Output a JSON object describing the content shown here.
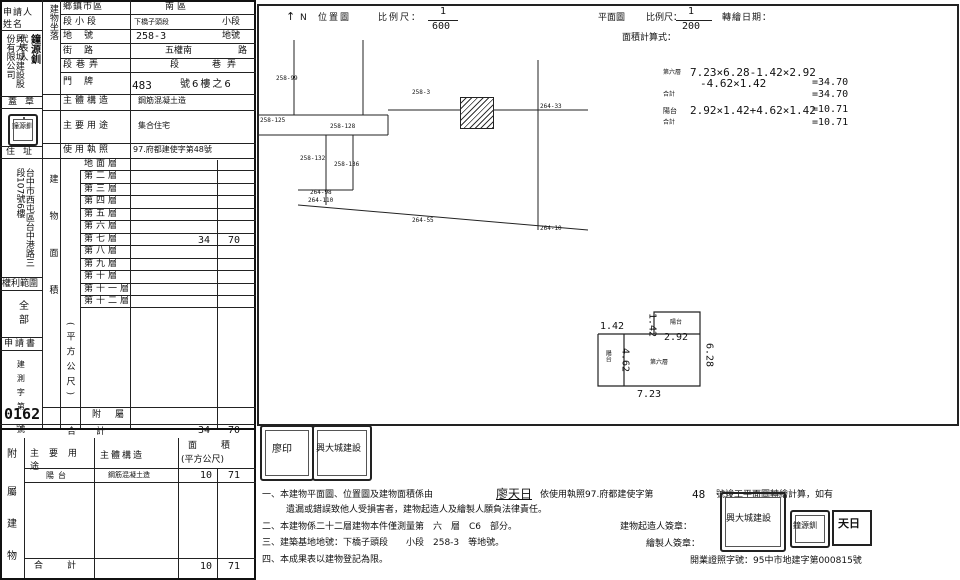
{
  "left": {
    "applicant_label": "申請人姓名",
    "owner_vertical": "興大城建設股份有限公司",
    "owner_rep": "代表人",
    "owner_rep_name": "鐘源釧",
    "seal_label": "蓋章",
    "address_label": "住址",
    "address_vertical": "台中市西屯區台中港路三段107號6樓",
    "rights_label": "權利範圍",
    "rights_value": "全部",
    "app_no_label": "申請書",
    "app_no_vertical": "建測字第",
    "app_no_value": "0162",
    "app_no_suffix": "號",
    "location_label": "建物坐落",
    "rows": {
      "city": {
        "label": "鄉鎮市區",
        "value": "南區"
      },
      "section": {
        "label": "段小段",
        "value": "下橋子頭段",
        "suffix": "小段"
      },
      "lot": {
        "label": "地號",
        "value": "258-3",
        "suffix": "地號"
      },
      "street": {
        "label": "街路",
        "value": "五權南",
        "suffix": "路"
      },
      "lane": {
        "label": "段巷弄",
        "value": "段",
        "suffix": "巷弄"
      },
      "door": {
        "label": "門牌",
        "value": "483",
        "suffix": "號6樓之6"
      }
    },
    "structure_label": "主體構造",
    "structure_value": "鋼筋混凝土造",
    "use_label": "主要用途",
    "use_value": "集合住宅",
    "license_label": "使用執照",
    "license_value": "97.府都建使字第48號",
    "area_label": "建物面積",
    "area_unit": "(平方公尺)",
    "floors": [
      "地面層",
      "第二層",
      "第三層",
      "第四層",
      "第五層",
      "第六層",
      "第七層",
      "第八層",
      "第九層",
      "第十層",
      "第十一層",
      "第十二層"
    ],
    "floor6_int": "34",
    "floor6_dec": "70",
    "annex_label": "附屬",
    "total_label": "合計",
    "total_int": "34",
    "total_dec": "70"
  },
  "attached": {
    "side_label": [
      "附",
      "屬",
      "建",
      "物"
    ],
    "col_use": "主要用途",
    "col_struct": "主體構造",
    "col_area": "面積",
    "col_area_unit": "(平方公尺)",
    "rows": [
      {
        "use": "陽台",
        "struct": "鋼筋混凝土造",
        "int": "10",
        "dec": "71"
      }
    ],
    "total_label": "合計",
    "total_int": "10",
    "total_dec": "71"
  },
  "map": {
    "north": "N",
    "location_title": "位置圖",
    "scale_label": "比例尺：",
    "scale_num": "1",
    "scale_den": "600",
    "parcels": [
      "258-99",
      "258-3",
      "264-33",
      "258-125",
      "258-128",
      "258-132",
      "258-136",
      "264-98",
      "264-110",
      "264-55",
      "264-10"
    ]
  },
  "plan": {
    "title": "平面圖",
    "scale_label": "比例尺：",
    "scale_num": "1",
    "scale_den": "200",
    "date_label": "轉繪日期：",
    "calc_label": "面積計算式：",
    "calc": [
      {
        "label": "第六層",
        "expr": "7.23×6.28-1.42×2.92"
      },
      {
        "label": "",
        "expr": "-4.62×1.42",
        "result": "=34.70"
      },
      {
        "label": "合計",
        "expr": "",
        "result": "=34.70"
      },
      {
        "label": "陽台",
        "expr": "2.92×1.42+4.62×1.42",
        "result": "=10.71"
      },
      {
        "label": "合計",
        "expr": "",
        "result": "=10.71"
      }
    ],
    "dims": {
      "top_left": "1.42",
      "top_mid": "1.42",
      "mid": "2.92",
      "left": "4.62",
      "right": "6.28",
      "bottom": "7.23"
    },
    "labels": {
      "balcony": "陽台",
      "balcony2": "陽台",
      "floor": "第六層"
    }
  },
  "notes": {
    "n1a": "一、本建物平面圖、位置圖及建物面積係由",
    "n1_name": "廖天日",
    "n1b": "依使用執照97.府都建使字第",
    "n1_no": "48",
    "n1c": "號竣工平面圖轉繪計算，如有",
    "n1d": "遺漏或錯誤致他人受損害者，建物起造人及繪製人願負法律責任。",
    "n2": "二、本建物係二十二層建物本件僅測量第　六　層　C6　部分。",
    "n3": "三、建築基地地號：下橋子頭段　　小段　258-3　等地號。",
    "n4": "四、本成果表以建物登記為限。",
    "sign1": "建物起造人簽章：",
    "sign2": "繪製人簽章：",
    "license_no": "開業證照字號：95中市地建字第000815號",
    "seal_owner": "興大城建設",
    "seal_rep": "鐘源釧",
    "seal_drafter": "天日",
    "seal_drafter2": "廖印"
  }
}
